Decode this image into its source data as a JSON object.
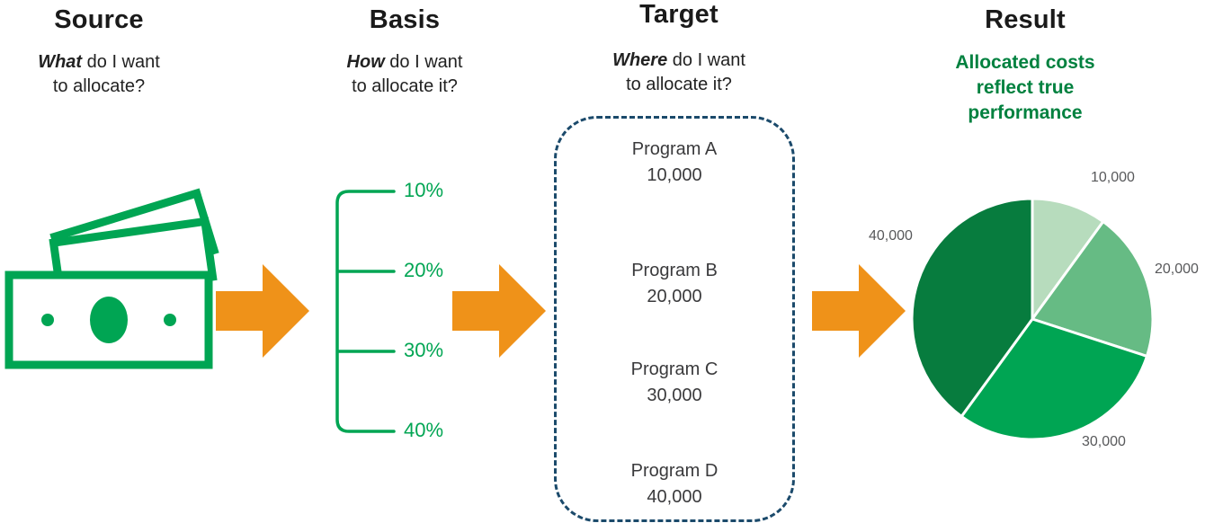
{
  "columns": {
    "source": {
      "title": "Source",
      "question_emphasis": "What",
      "question_rest": " do I want",
      "question_line2": "to allocate?"
    },
    "basis": {
      "title": "Basis",
      "question_emphasis": "How",
      "question_rest": " do I want",
      "question_line2": "to allocate it?",
      "percentages": [
        "10%",
        "20%",
        "30%",
        "40%"
      ]
    },
    "target": {
      "title": "Target",
      "question_emphasis": "Where",
      "question_rest": " do I want",
      "question_line2": "to allocate it?",
      "programs": [
        {
          "name": "Program A",
          "amount": "10,000"
        },
        {
          "name": "Program B",
          "amount": "20,000"
        },
        {
          "name": "Program C",
          "amount": "30,000"
        },
        {
          "name": "Program D",
          "amount": "40,000"
        }
      ]
    },
    "result": {
      "title": "Result",
      "caption_lines": [
        "Allocated costs",
        "reflect true",
        "performance"
      ]
    }
  },
  "chart_data": {
    "type": "pie",
    "labels": [
      "10,000",
      "20,000",
      "30,000",
      "40,000"
    ],
    "values": [
      10000,
      20000,
      30000,
      40000
    ],
    "percentages": [
      10,
      20,
      30,
      40
    ],
    "colors": [
      "#b7dcbd",
      "#66bb84",
      "#00a553",
      "#077c3e"
    ],
    "start_angle_deg": -90,
    "direction": "clockwise",
    "legend": "none",
    "title": ""
  },
  "icons": {
    "money": "money-icon",
    "arrow": "flow-arrow-icon",
    "bracket": "allocation-bracket-icon"
  },
  "colors": {
    "green_accent": "#00a553",
    "dark_green_text": "#00813f",
    "orange_arrow": "#ef9219",
    "dashed_border": "#1b4a6b",
    "label_gray": "#58595b",
    "heading_ink": "#1a1a1a"
  }
}
